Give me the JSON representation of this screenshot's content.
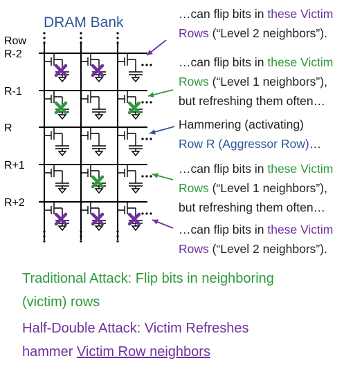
{
  "diagram": {
    "title": "DRAM Bank",
    "row_axis_label": "Row",
    "row_labels": [
      "R-2",
      "R-1",
      "R",
      "R+1",
      "R+2"
    ],
    "colors": {
      "purple": "#7030A0",
      "green": "#2E9A3A",
      "blue": "#2F5597",
      "line": "#000000"
    },
    "flips": [
      {
        "row": 0,
        "col": 0,
        "color": "purple"
      },
      {
        "row": 0,
        "col": 1,
        "color": "purple"
      },
      {
        "row": 1,
        "col": 0,
        "color": "green"
      },
      {
        "row": 1,
        "col": 2,
        "color": "green"
      },
      {
        "row": 3,
        "col": 1,
        "color": "green"
      },
      {
        "row": 4,
        "col": 0,
        "color": "purple"
      },
      {
        "row": 4,
        "col": 1,
        "color": "purple"
      },
      {
        "row": 4,
        "col": 2,
        "color": "purple"
      }
    ]
  },
  "annotations": {
    "level2_top": {
      "l1a": "…can flip bits in ",
      "l1b": "these Victim",
      "l2a": "Rows",
      "l2b": " (“Level 2 neighbors”)."
    },
    "level1_top": {
      "l1a": "…can flip bits in ",
      "l1b": "these Victim",
      "l2a": "Rows",
      "l2b": " (“Level 1 neighbors”),",
      "l3": "but refreshing them often…"
    },
    "aggressor": {
      "l1": "Hammering (activating)",
      "l2": "Row R (Aggressor Row)",
      "l2b": "…"
    },
    "level1_bottom": {
      "l1a": "…can flip bits in ",
      "l1b": "these Victim",
      "l2a": "Rows",
      "l2b": " (“Level 1 neighbors”),",
      "l3": "but refreshing them often…"
    },
    "level2_bottom": {
      "l1a": "…can flip bits in ",
      "l1b": "these Victim",
      "l2a": "Rows",
      "l2b": " (“Level 2 neighbors”)."
    }
  },
  "footer": {
    "traditional_l1": "Traditional Attack: Flip bits in neighboring",
    "traditional_l2": "(victim) rows",
    "halfdouble_l1": "Half-Double Attack: Victim Refreshes",
    "halfdouble_l2a": "hammer ",
    "halfdouble_l2b": "Victim Row neighbors"
  }
}
